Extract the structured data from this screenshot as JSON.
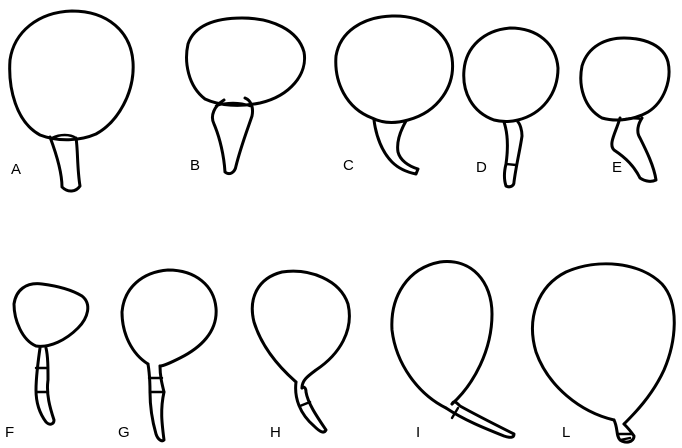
{
  "specimens": [
    {
      "id": "A",
      "label": "A"
    },
    {
      "id": "B",
      "label": "B"
    },
    {
      "id": "C",
      "label": "C"
    },
    {
      "id": "D",
      "label": "D"
    },
    {
      "id": "E",
      "label": "E"
    },
    {
      "id": "F",
      "label": "F"
    },
    {
      "id": "G",
      "label": "G"
    },
    {
      "id": "H",
      "label": "H"
    },
    {
      "id": "I",
      "label": "I"
    },
    {
      "id": "L",
      "label": "L"
    }
  ]
}
